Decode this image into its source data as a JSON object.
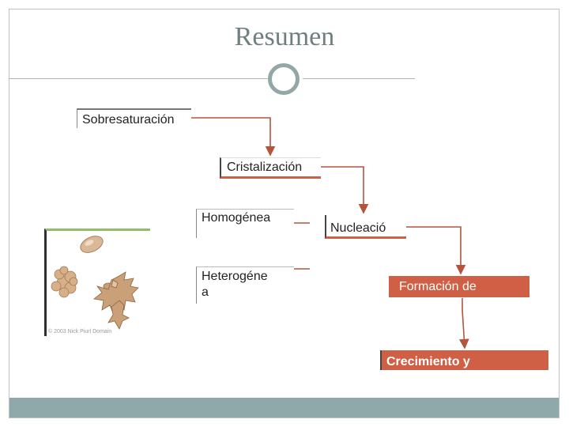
{
  "title": "Resumen",
  "nodes": {
    "sobresaturacion": "Sobresaturación",
    "cristalizacion": "Cristalización",
    "homogenea": "Homogénea",
    "heterogenea": "Heterogéne\na",
    "nucleacion": "Nucleació",
    "formacion": "Formación de",
    "crecimiento": "Crecimiento y"
  },
  "image": {
    "credit": "© 2003 Nick Piurl Domain"
  },
  "colors": {
    "accent": "#cf5f45",
    "theme": "#8fa9ab",
    "title": "#6e7f80"
  }
}
